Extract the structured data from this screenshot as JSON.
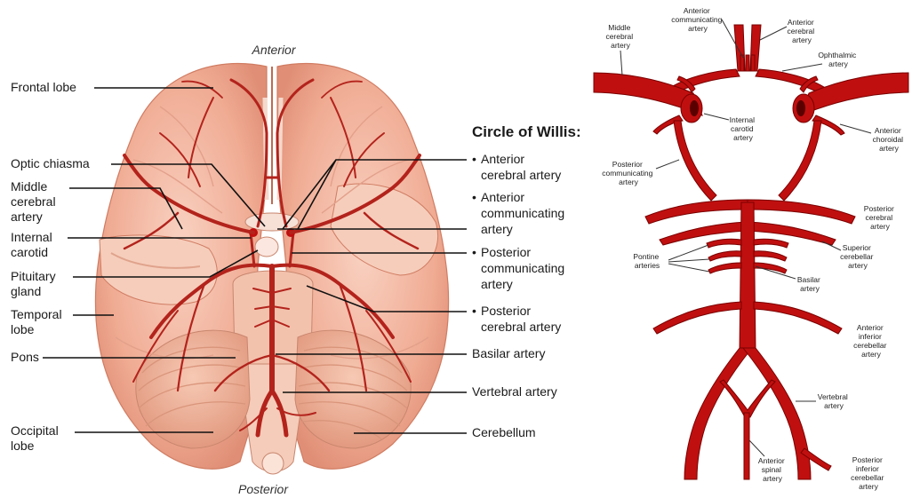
{
  "left_panel": {
    "orientation_top": "Anterior",
    "orientation_bottom": "Posterior",
    "title": "Circle of Willis:",
    "left_labels": {
      "frontal_lobe": "Frontal lobe",
      "optic_chiasma": "Optic chiasma",
      "middle_cerebral_artery": [
        "Middle",
        "cerebral",
        "artery"
      ],
      "internal_carotid": [
        "Internal",
        "carotid"
      ],
      "pituitary_gland": [
        "Pituitary",
        "gland"
      ],
      "temporal_lobe": [
        "Temporal",
        "lobe"
      ],
      "pons": "Pons",
      "occipital_lobe": [
        "Occipital",
        "lobe"
      ]
    },
    "right_labels": {
      "anterior_cerebral_artery": [
        "Anterior",
        "cerebral artery"
      ],
      "anterior_communicating_artery": [
        "Anterior",
        "communicating",
        "artery"
      ],
      "posterior_communicating_artery": [
        "Posterior",
        "communicating",
        "artery"
      ],
      "posterior_cerebral_artery": [
        "Posterior",
        "cerebral artery"
      ],
      "basilar_artery": "Basilar artery",
      "vertebral_artery": "Vertebral artery",
      "cerebellum": "Cerebellum"
    },
    "bullet": "•"
  },
  "right_panel": {
    "labels": {
      "anterior_communicating": [
        "Anterior",
        "communicating",
        "artery"
      ],
      "middle_cerebral": [
        "Middle",
        "cerebral",
        "artery"
      ],
      "anterior_cerebral": [
        "Anterior",
        "cerebral",
        "artery"
      ],
      "ophthalmic": [
        "Ophthalmic",
        "artery"
      ],
      "internal_carotid": [
        "Internal",
        "carotid",
        "artery"
      ],
      "anterior_choroidal": [
        "Anterior",
        "choroidal",
        "artery"
      ],
      "posterior_communicating": [
        "Posterior",
        "communicating",
        "artery"
      ],
      "posterior_cerebral": [
        "Posterior",
        "cerebral",
        "artery"
      ],
      "pontine": [
        "Pontine",
        "arteries"
      ],
      "superior_cerebellar": [
        "Superior",
        "cerebellar",
        "artery"
      ],
      "basilar": [
        "Basilar",
        "artery"
      ],
      "anterior_inferior_cerebellar": [
        "Anterior",
        "inferior",
        "cerebellar",
        "artery"
      ],
      "vertebral": [
        "Vertebral",
        "artery"
      ],
      "anterior_spinal": [
        "Anterior",
        "spinal",
        "artery"
      ],
      "posterior_inferior_cerebellar": [
        "Posterior",
        "inferior",
        "cerebellar",
        "artery"
      ]
    }
  },
  "colors": {
    "artery_red": "#c00f0f",
    "brain_tissue": "#f2b6a2",
    "brain_shadow": "#e08f76"
  }
}
